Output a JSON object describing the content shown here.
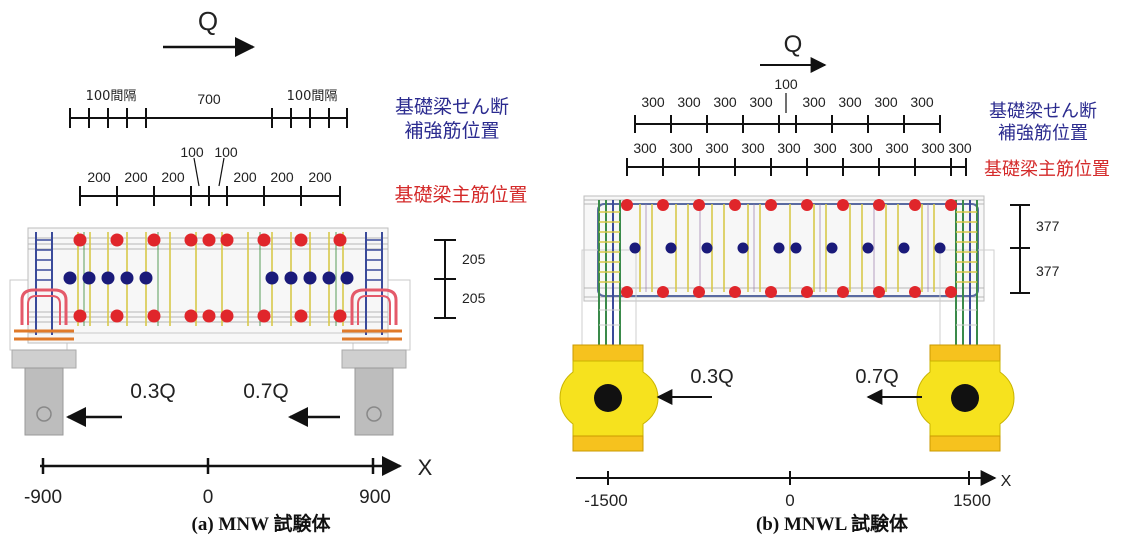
{
  "colors": {
    "main_bar": "#e0262b",
    "shear_bar": "#1a1a7a",
    "jp_blue": "#2b2b8f",
    "jp_red": "#d42a2a",
    "stirrup": "#d8c84a",
    "loading_plate": "#f6e21e",
    "loading_plate_dark": "#e6b800"
  },
  "panel_a": {
    "load_label": "Q",
    "dim_shear": [
      "100間隔",
      "700",
      "100間隔"
    ],
    "dim_main_top": [
      "100",
      "100"
    ],
    "dim_main": [
      "200",
      "200",
      "200",
      "200",
      "200",
      "200"
    ],
    "label_shear": [
      "基礎梁せん断",
      "補強筋位置"
    ],
    "label_main": "基礎梁主筋位置",
    "vert_dims": [
      "205",
      "205"
    ],
    "reaction_left": "0.3Q",
    "reaction_right": "0.7Q",
    "axis_label": "X",
    "axis_ticks": [
      "-900",
      "0",
      "900"
    ],
    "caption": "(a) MNW 試験体"
  },
  "panel_b": {
    "load_label": "Q",
    "dim_top_center": "100",
    "dim_shear": [
      "300",
      "300",
      "300",
      "300",
      "300",
      "300",
      "300",
      "300"
    ],
    "dim_main": [
      "300",
      "300",
      "300",
      "300",
      "300",
      "300",
      "300",
      "300",
      "300",
      "300"
    ],
    "label_shear": [
      "基礎梁せん断",
      "補強筋位置"
    ],
    "label_main": "基礎梁主筋位置",
    "vert_dims": [
      "377",
      "377"
    ],
    "reaction_left": "0.3Q",
    "reaction_right": "0.7Q",
    "axis_label": "X",
    "axis_ticks": [
      "-1500",
      "0",
      "1500"
    ],
    "caption": "(b) MNWL 試験体"
  }
}
